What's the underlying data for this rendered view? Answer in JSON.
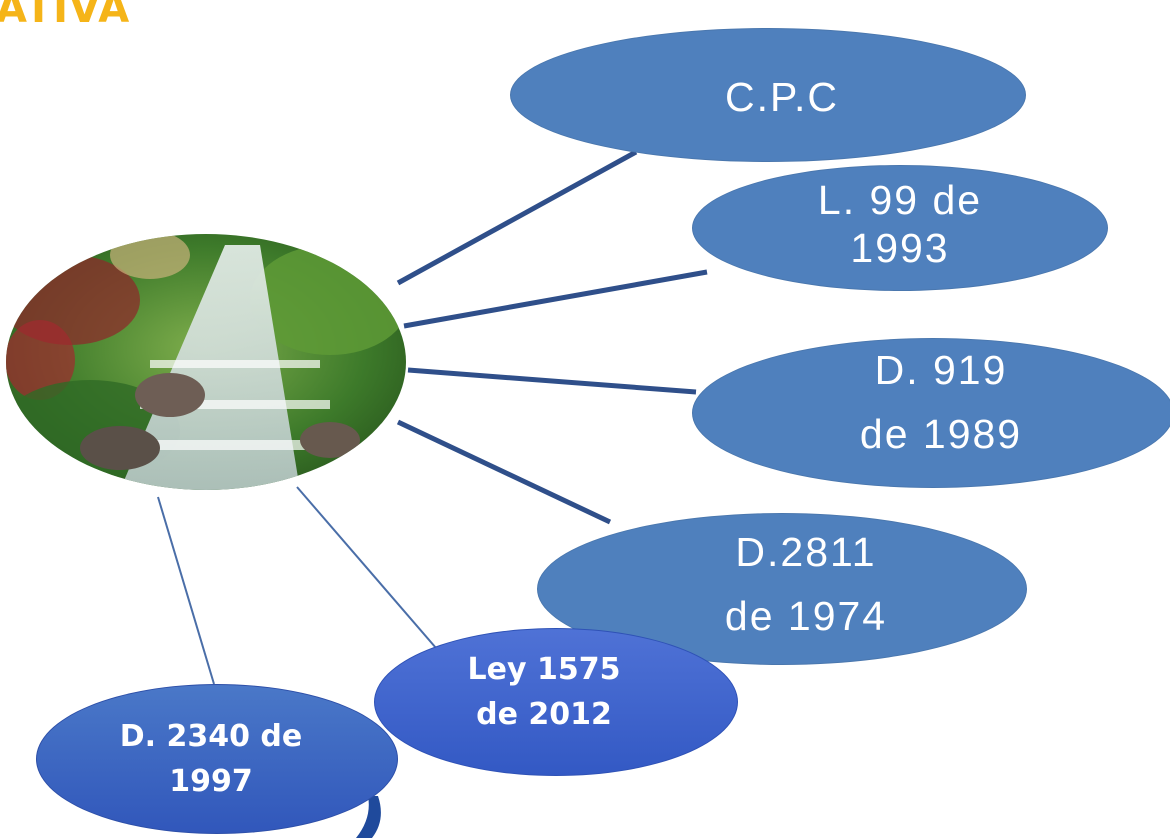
{
  "header": {
    "fragment": "ATIVA",
    "color": "#f5b418"
  },
  "center": {
    "image": "waterfall-garden-image"
  },
  "nodes": {
    "cpc": {
      "label": "C.P.C"
    },
    "l99": {
      "label": "L. 99 de\n1993"
    },
    "d919": {
      "label": "D. 919\nde 1989"
    },
    "d2811": {
      "label": "D.2811\nde 1974"
    },
    "ley1575": {
      "label": "Ley 1575\nde 2012"
    },
    "d2340": {
      "label": "D. 2340 de\n1997"
    }
  },
  "colors": {
    "node_fill": "#4f80bd",
    "connector_dark": "#2f4f8a",
    "connector_light": "#4a6ea8"
  }
}
